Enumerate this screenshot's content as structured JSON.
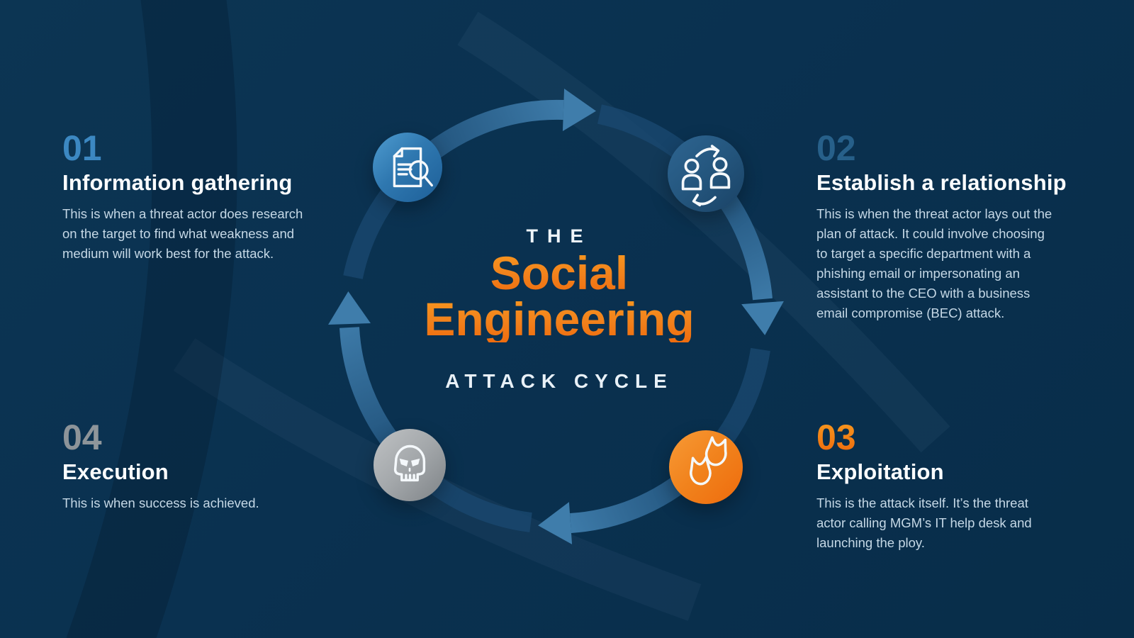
{
  "title": {
    "the": "THE",
    "line1": "Social",
    "line2": "Engineering",
    "sub": "ATTACK CYCLE"
  },
  "steps": [
    {
      "number": "01",
      "heading": "Information gathering",
      "body": "This is when a threat actor does research\non the target to find what weakness and\nmedium will work best for the attack.",
      "icon": "document-search-icon",
      "accent": "#3A86C0"
    },
    {
      "number": "02",
      "heading": "Establish a relationship",
      "body": "This is when the threat actor lays out the\nplan of attack. It could involve choosing\nto target a specific department with a\nphishing email or impersonating an\nassistant to the CEO with a business\nemail compromise (BEC) attack.",
      "icon": "people-exchange-icon",
      "accent": "#235877"
    },
    {
      "number": "03",
      "heading": "Exploitation",
      "body": "This is the attack itself. It’s the threat\nactor calling MGM’s IT help desk and\nlaunching the ploy.",
      "icon": "bombs-icon",
      "accent": "#F5821F"
    },
    {
      "number": "04",
      "heading": "Execution",
      "body": "This is when success is achieved.",
      "icon": "skull-icon",
      "accent": "#AEB4B9"
    }
  ],
  "colors": {
    "background": "#0A3150",
    "accent_orange": "#F5831F",
    "ring_blue": "#2F6B9A",
    "ring_dim_blue": "#1B4A72",
    "icon1_circle": "#2F78B0",
    "icon2_circle": "#24567E",
    "icon3_circle": "#F1821C",
    "icon4_circle": "#A3A7AA",
    "heading_text": "#FBFDFF",
    "body_text": "#C5D8E6"
  }
}
